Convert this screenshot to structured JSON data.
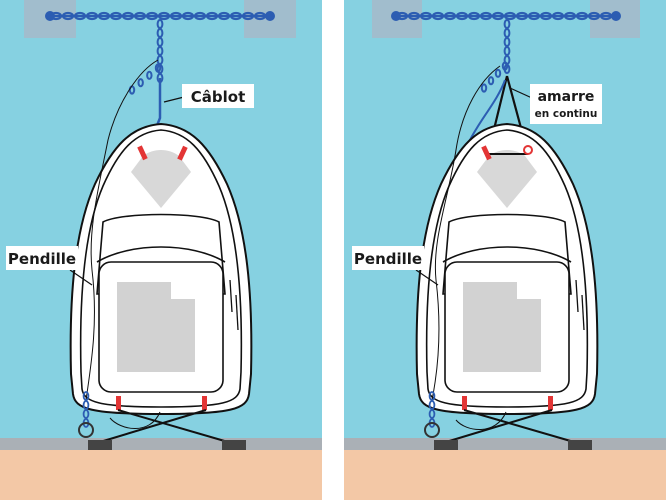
{
  "colors": {
    "water": "#86d1e1",
    "quay": "#f3c8a6",
    "ground_line": "#aab0b6",
    "chain": "#2c5db2",
    "hull": "#ffffff",
    "deck": "#f1f1f1",
    "grey_panel": "#d2d2d2",
    "marks": "#e33535",
    "block": "#4a4a4a",
    "lines": "#111111"
  },
  "panels": [
    {
      "id": "left",
      "labels": {
        "mooring_line": "Câblot",
        "pendant": "Pendille"
      }
    },
    {
      "id": "right",
      "labels": {
        "mooring_line_1": "amarre",
        "mooring_line_2": "en continu",
        "pendant": "Pendille"
      }
    }
  ],
  "icons": [
    "chain-icon",
    "mooring-ring-icon",
    "boat-icon",
    "anchor-block-icon"
  ]
}
